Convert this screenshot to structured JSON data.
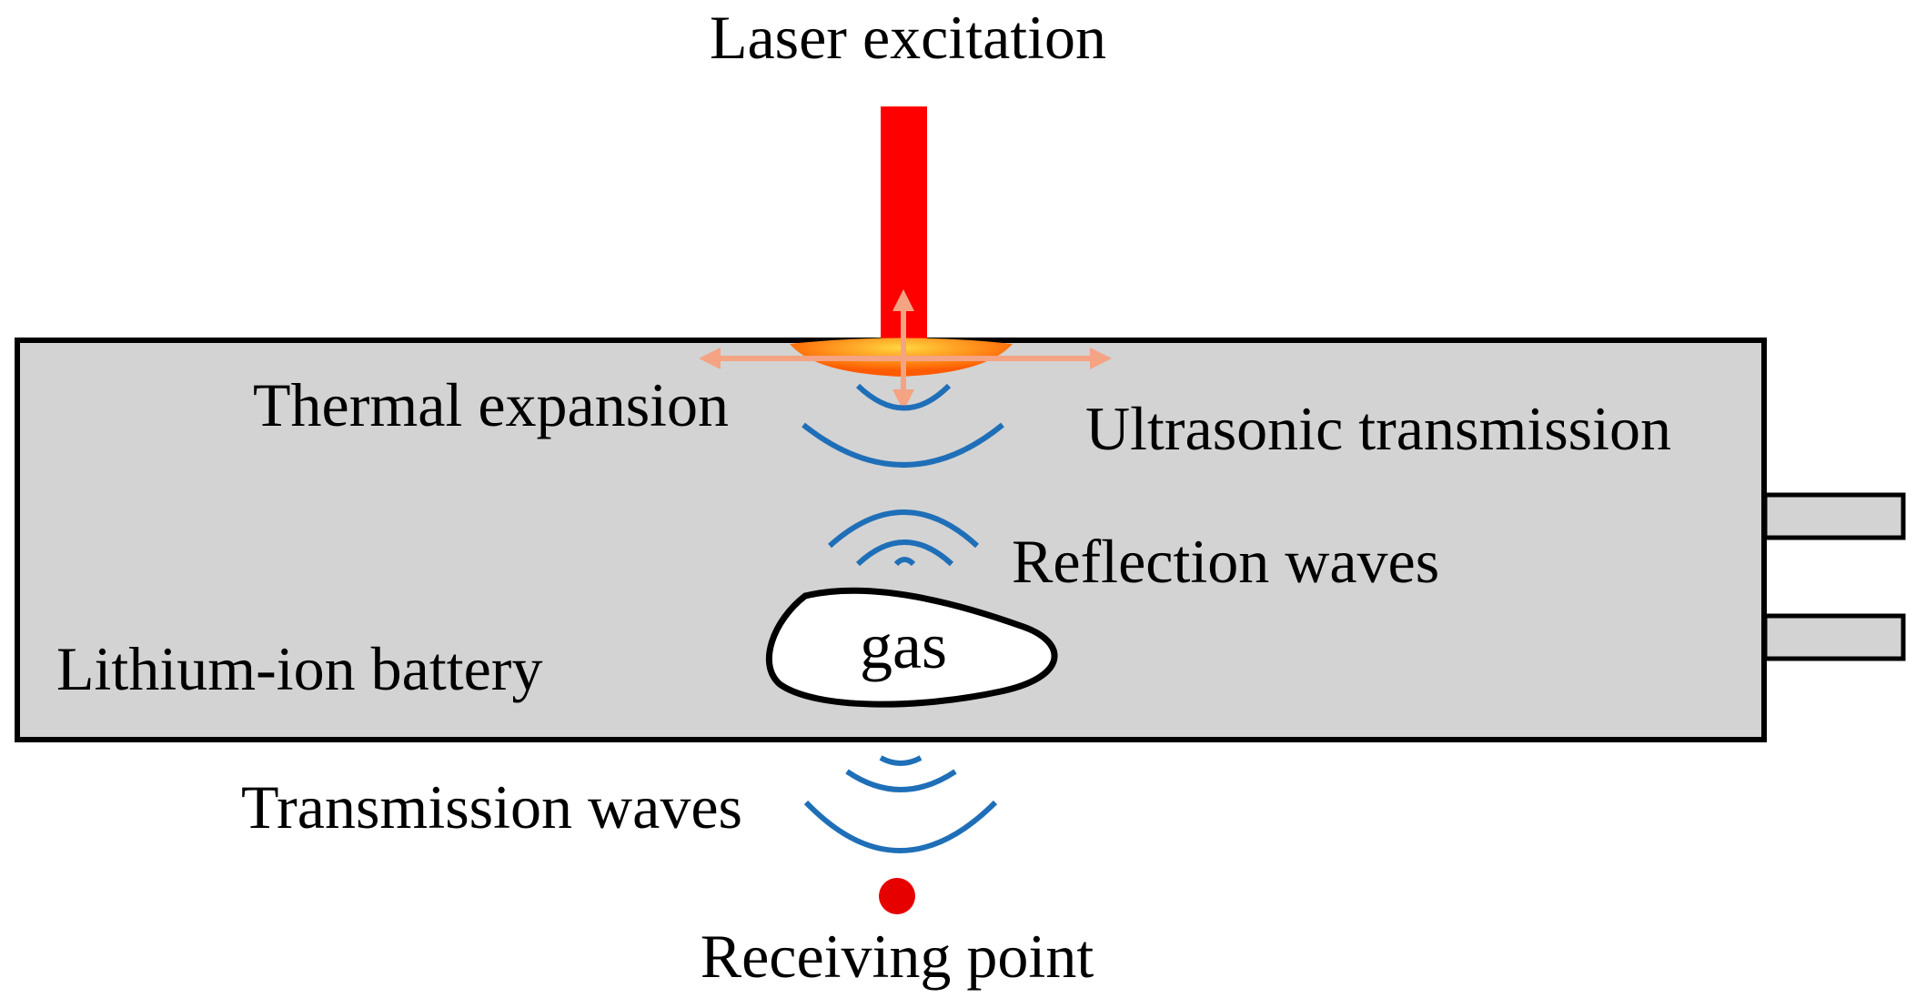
{
  "labels": {
    "laser_excitation": "Laser excitation",
    "thermal_expansion": "Thermal expansion",
    "ultrasonic_transmission": "Ultrasonic transmission",
    "reflection_waves": "Reflection waves",
    "lithium_ion_battery": "Lithium-ion battery",
    "gas": "gas",
    "transmission_waves": "Transmission waves",
    "receiving_point": "Receiving point"
  },
  "colors": {
    "laser": "#ff0000",
    "battery_fill": "#d3d3d3",
    "outline": "#000000",
    "wave": "#1f6fb8",
    "arrow": "#f4a383",
    "heat_inner": "#ffd740",
    "heat_outer": "#ff5a00",
    "receiver": "#e60000"
  },
  "icons": {
    "laser": "laser-beam",
    "heat_zone": "heat-spot",
    "waves": "ultrasonic-wave-arcs",
    "receiver": "receiving-point-dot"
  }
}
